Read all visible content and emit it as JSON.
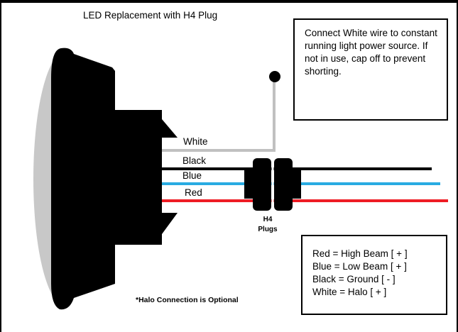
{
  "title": "LED Replacement with H4 Plug",
  "note": "Connect White wire to constant running light power source. If not in use, cap off to prevent shorting.",
  "wires": {
    "white": {
      "label": "White",
      "color": "#c0c0c0"
    },
    "black": {
      "label": "Black",
      "color": "#000000"
    },
    "blue": {
      "label": "Blue",
      "color": "#29abe2"
    },
    "red": {
      "label": "Red",
      "color": "#ee1c24"
    }
  },
  "plug": {
    "line1": "H4",
    "line2": "Plugs"
  },
  "legend": [
    "Red = High Beam [ + ]",
    "Blue = Low Beam [ + ]",
    "Black = Ground [ - ]",
    "White = Halo [ + ]"
  ],
  "footnote": "*Halo Connection is Optional",
  "colors": {
    "lens": "#c8c8c8",
    "housing": "#000000",
    "frame": "#000000"
  }
}
